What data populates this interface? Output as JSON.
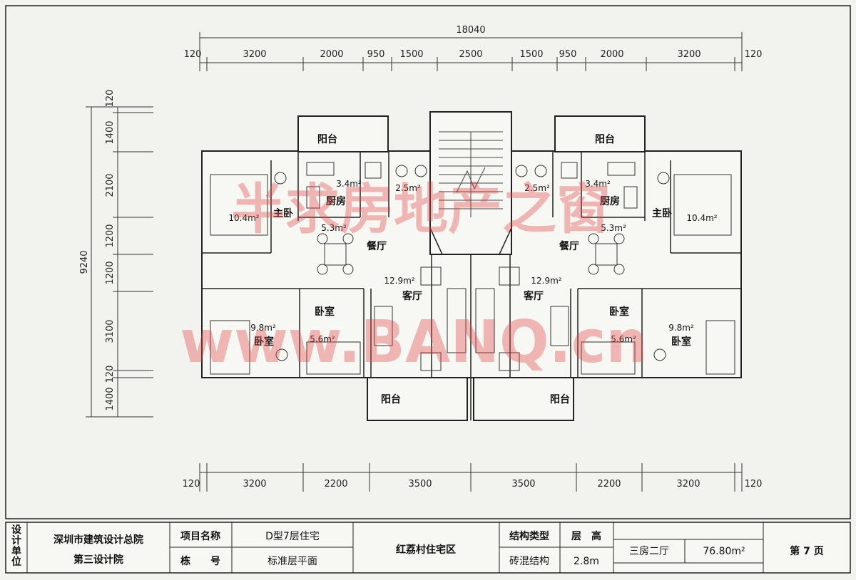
{
  "top_dims": {
    "overall": "18040",
    "segments": [
      "120",
      "3200",
      "2000",
      "950",
      "1500",
      "2500",
      "1500",
      "950",
      "2000",
      "3200",
      "120"
    ]
  },
  "bottom_dims": [
    "120",
    "3200",
    "2200",
    "3500",
    "3500",
    "2200",
    "3200",
    "120"
  ],
  "left_dims": {
    "overall": "9240",
    "segments": [
      "120",
      "1400",
      "2100",
      "1200",
      "1200",
      "3100",
      "120",
      "1400"
    ]
  },
  "rooms": {
    "balcony": "阳台",
    "master_bedroom": "主卧",
    "kitchen": "厨房",
    "dining": "餐厅",
    "living": "客厅",
    "bedroom": "卧室"
  },
  "areas": {
    "master": "10.4m²",
    "kitchen": "3.4m²",
    "bath": "2.5m²",
    "dining": "5.3m²",
    "living": "12.9m²",
    "bedroom_large": "9.8m²",
    "bedroom_small": "5.6m²"
  },
  "watermarks": [
    "半求房地产之窗",
    "www.BANQ.cn"
  ],
  "title_block": {
    "design_unit_label": "设计单位",
    "institute_line1": "深圳市建筑设计总院",
    "institute_line2": "第三设计院",
    "project_name_label": "项目名称",
    "project_name": "D型7层住宅",
    "building_no_label": "栋　　号",
    "drawing_name": "标准层平面",
    "district": "红荔村住宅区",
    "structure_label": "结构类型",
    "structure": "砖混结构",
    "floor_height_label": "层　高",
    "floor_height": "2.8m",
    "unit_type": "三房二厅",
    "unit_area": "76.80m²",
    "page": "第 7 页"
  }
}
